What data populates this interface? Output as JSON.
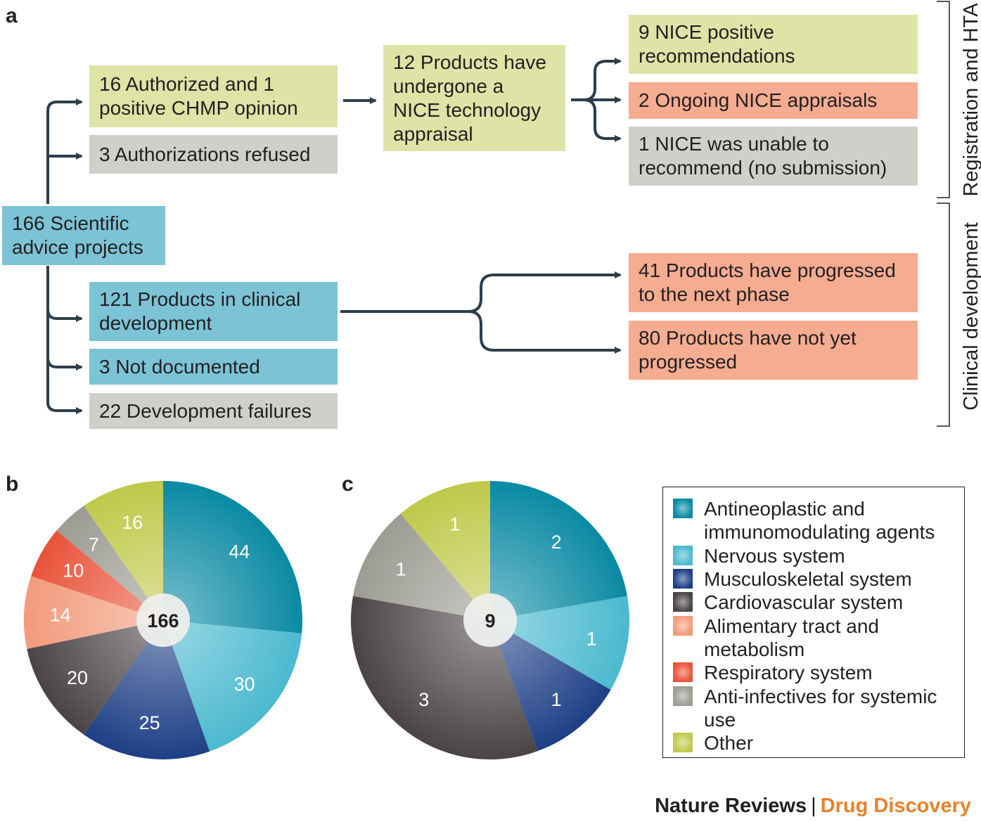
{
  "panels": {
    "a": "a",
    "b": "b",
    "c": "c"
  },
  "flow": {
    "root": "166 Scientific advice projects",
    "authorized": "16 Authorized and 1 positive CHMP opinion",
    "refused": "3 Authorizations refused",
    "nice_appraisal": "12 Products have undergone a NICE technology appraisal",
    "nice_positive": "9 NICE positive recommendations",
    "nice_ongoing": "2 Ongoing NICE appraisals",
    "nice_unable": "1 NICE was unable to recommend (no submission)",
    "clinical": "121 Products in clinical development",
    "not_documented": "3 Not documented",
    "failures": "22 Development failures",
    "progressed": "41 Products have progressed to the next phase",
    "not_progressed": "80 Products have not yet progressed"
  },
  "side_labels": {
    "registration": "Registration and HTA",
    "clinical": "Clinical development"
  },
  "colors": {
    "green_box": "#dde4a6",
    "grey_box": "#cfd0c9",
    "salmon_box": "#f5ac91",
    "blue_box": "#7cc3d6",
    "connector": "#2b3e4c"
  },
  "chart_data": [
    {
      "type": "pie",
      "panel": "b",
      "center_label": "166",
      "slices": [
        {
          "category": "Antineoplastic and immunomodulating agents",
          "value": 44
        },
        {
          "category": "Nervous system",
          "value": 30
        },
        {
          "category": "Musculoskeletal system",
          "value": 25
        },
        {
          "category": "Cardiovascular system",
          "value": 20
        },
        {
          "category": "Alimentary tract and metabolism",
          "value": 14
        },
        {
          "category": "Respiratory system",
          "value": 10
        },
        {
          "category": "Anti-infectives for systemic use",
          "value": 7
        },
        {
          "category": "Other",
          "value": 16
        }
      ]
    },
    {
      "type": "pie",
      "panel": "c",
      "center_label": "9",
      "slices": [
        {
          "category": "Antineoplastic and immunomodulating agents",
          "value": 2
        },
        {
          "category": "Nervous system",
          "value": 1
        },
        {
          "category": "Musculoskeletal system",
          "value": 1
        },
        {
          "category": "Cardiovascular system",
          "value": 3
        },
        {
          "category": "Anti-infectives for systemic use",
          "value": 1
        },
        {
          "category": "Other",
          "value": 1
        }
      ]
    }
  ],
  "legend": [
    {
      "label": "Antineoplastic and immunomodulating agents",
      "color": "#0a8aa3"
    },
    {
      "label": "Nervous system",
      "color": "#4bb9cf"
    },
    {
      "label": "Musculoskeletal system",
      "color": "#1d3f86"
    },
    {
      "label": "Cardiovascular system",
      "color": "#4a4445"
    },
    {
      "label": "Alimentary tract and metabolism",
      "color": "#f39a7c"
    },
    {
      "label": "Respiratory system",
      "color": "#e9533a"
    },
    {
      "label": "Anti-infectives for systemic use",
      "color": "#9c9c93"
    },
    {
      "label": "Other",
      "color": "#bfc94a"
    }
  ],
  "credit": {
    "journal": "Nature Reviews",
    "separator": "|",
    "subtitle": "Drug Discovery",
    "subtitle_color": "#e8822a"
  }
}
